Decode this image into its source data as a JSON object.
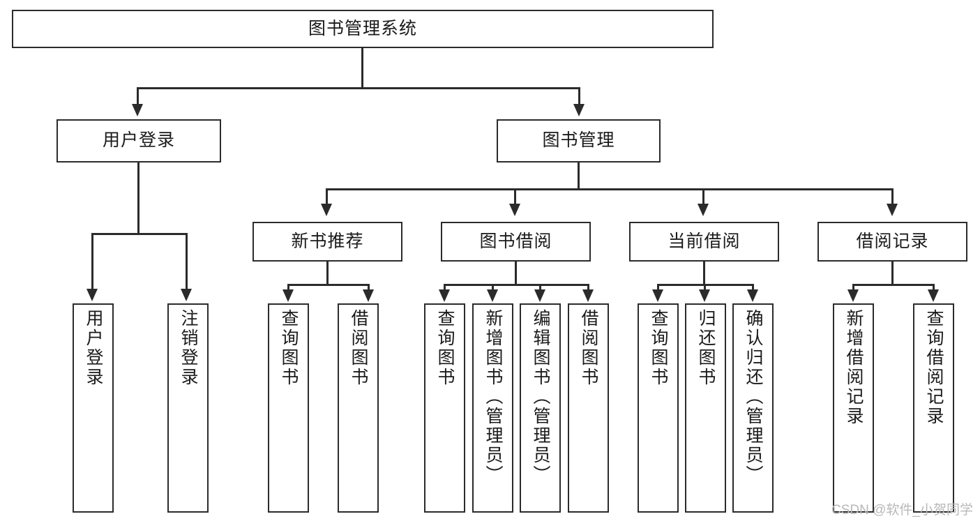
{
  "diagram": {
    "type": "tree-hierarchy-chart",
    "title": "图书管理系统",
    "root": {
      "id": "root",
      "label": "图书管理系统",
      "level": 0
    },
    "level2": [
      {
        "id": "user-login",
        "label": "用户登录"
      },
      {
        "id": "book-management",
        "label": "图书管理"
      }
    ],
    "level3": [
      {
        "id": "new-book-recommend",
        "label": "新书推荐",
        "parent": "book-management"
      },
      {
        "id": "book-borrow",
        "label": "图书借阅",
        "parent": "book-management"
      },
      {
        "id": "current-borrow",
        "label": "当前借阅",
        "parent": "book-management"
      },
      {
        "id": "borrow-record",
        "label": "借阅记录",
        "parent": "book-management"
      }
    ],
    "leaves": {
      "user_login": [
        {
          "id": "leaf-user-login",
          "label": "用户登录"
        },
        {
          "id": "leaf-user-logout",
          "label": "注销登录"
        }
      ],
      "new_book_recommend": [
        {
          "id": "leaf-query-book-1",
          "label": "查询图书"
        },
        {
          "id": "leaf-borrow-book-1",
          "label": "借阅图书"
        }
      ],
      "book_borrow": [
        {
          "id": "leaf-query-book-2",
          "label": "查询图书"
        },
        {
          "id": "leaf-add-book-admin",
          "label": "新增图书（管理员）"
        },
        {
          "id": "leaf-edit-book-admin",
          "label": "编辑图书（管理员）"
        },
        {
          "id": "leaf-borrow-book-2",
          "label": "借阅图书"
        }
      ],
      "current_borrow": [
        {
          "id": "leaf-query-book-3",
          "label": "查询图书"
        },
        {
          "id": "leaf-return-book",
          "label": "归还图书"
        },
        {
          "id": "leaf-confirm-return-admin",
          "label": "确认归还（管理员）"
        }
      ],
      "borrow_record": [
        {
          "id": "leaf-add-borrow-record",
          "label": "新增借阅记录"
        },
        {
          "id": "leaf-query-borrow-record",
          "label": "查询借阅记录"
        }
      ]
    },
    "colors": {
      "stroke": "#2b2b2b",
      "fill": "#ffffff",
      "text": "#1a1a1a",
      "watermark": "#b8b8b8"
    }
  },
  "watermark": {
    "text": "CSDN @软件_小贺同学"
  }
}
